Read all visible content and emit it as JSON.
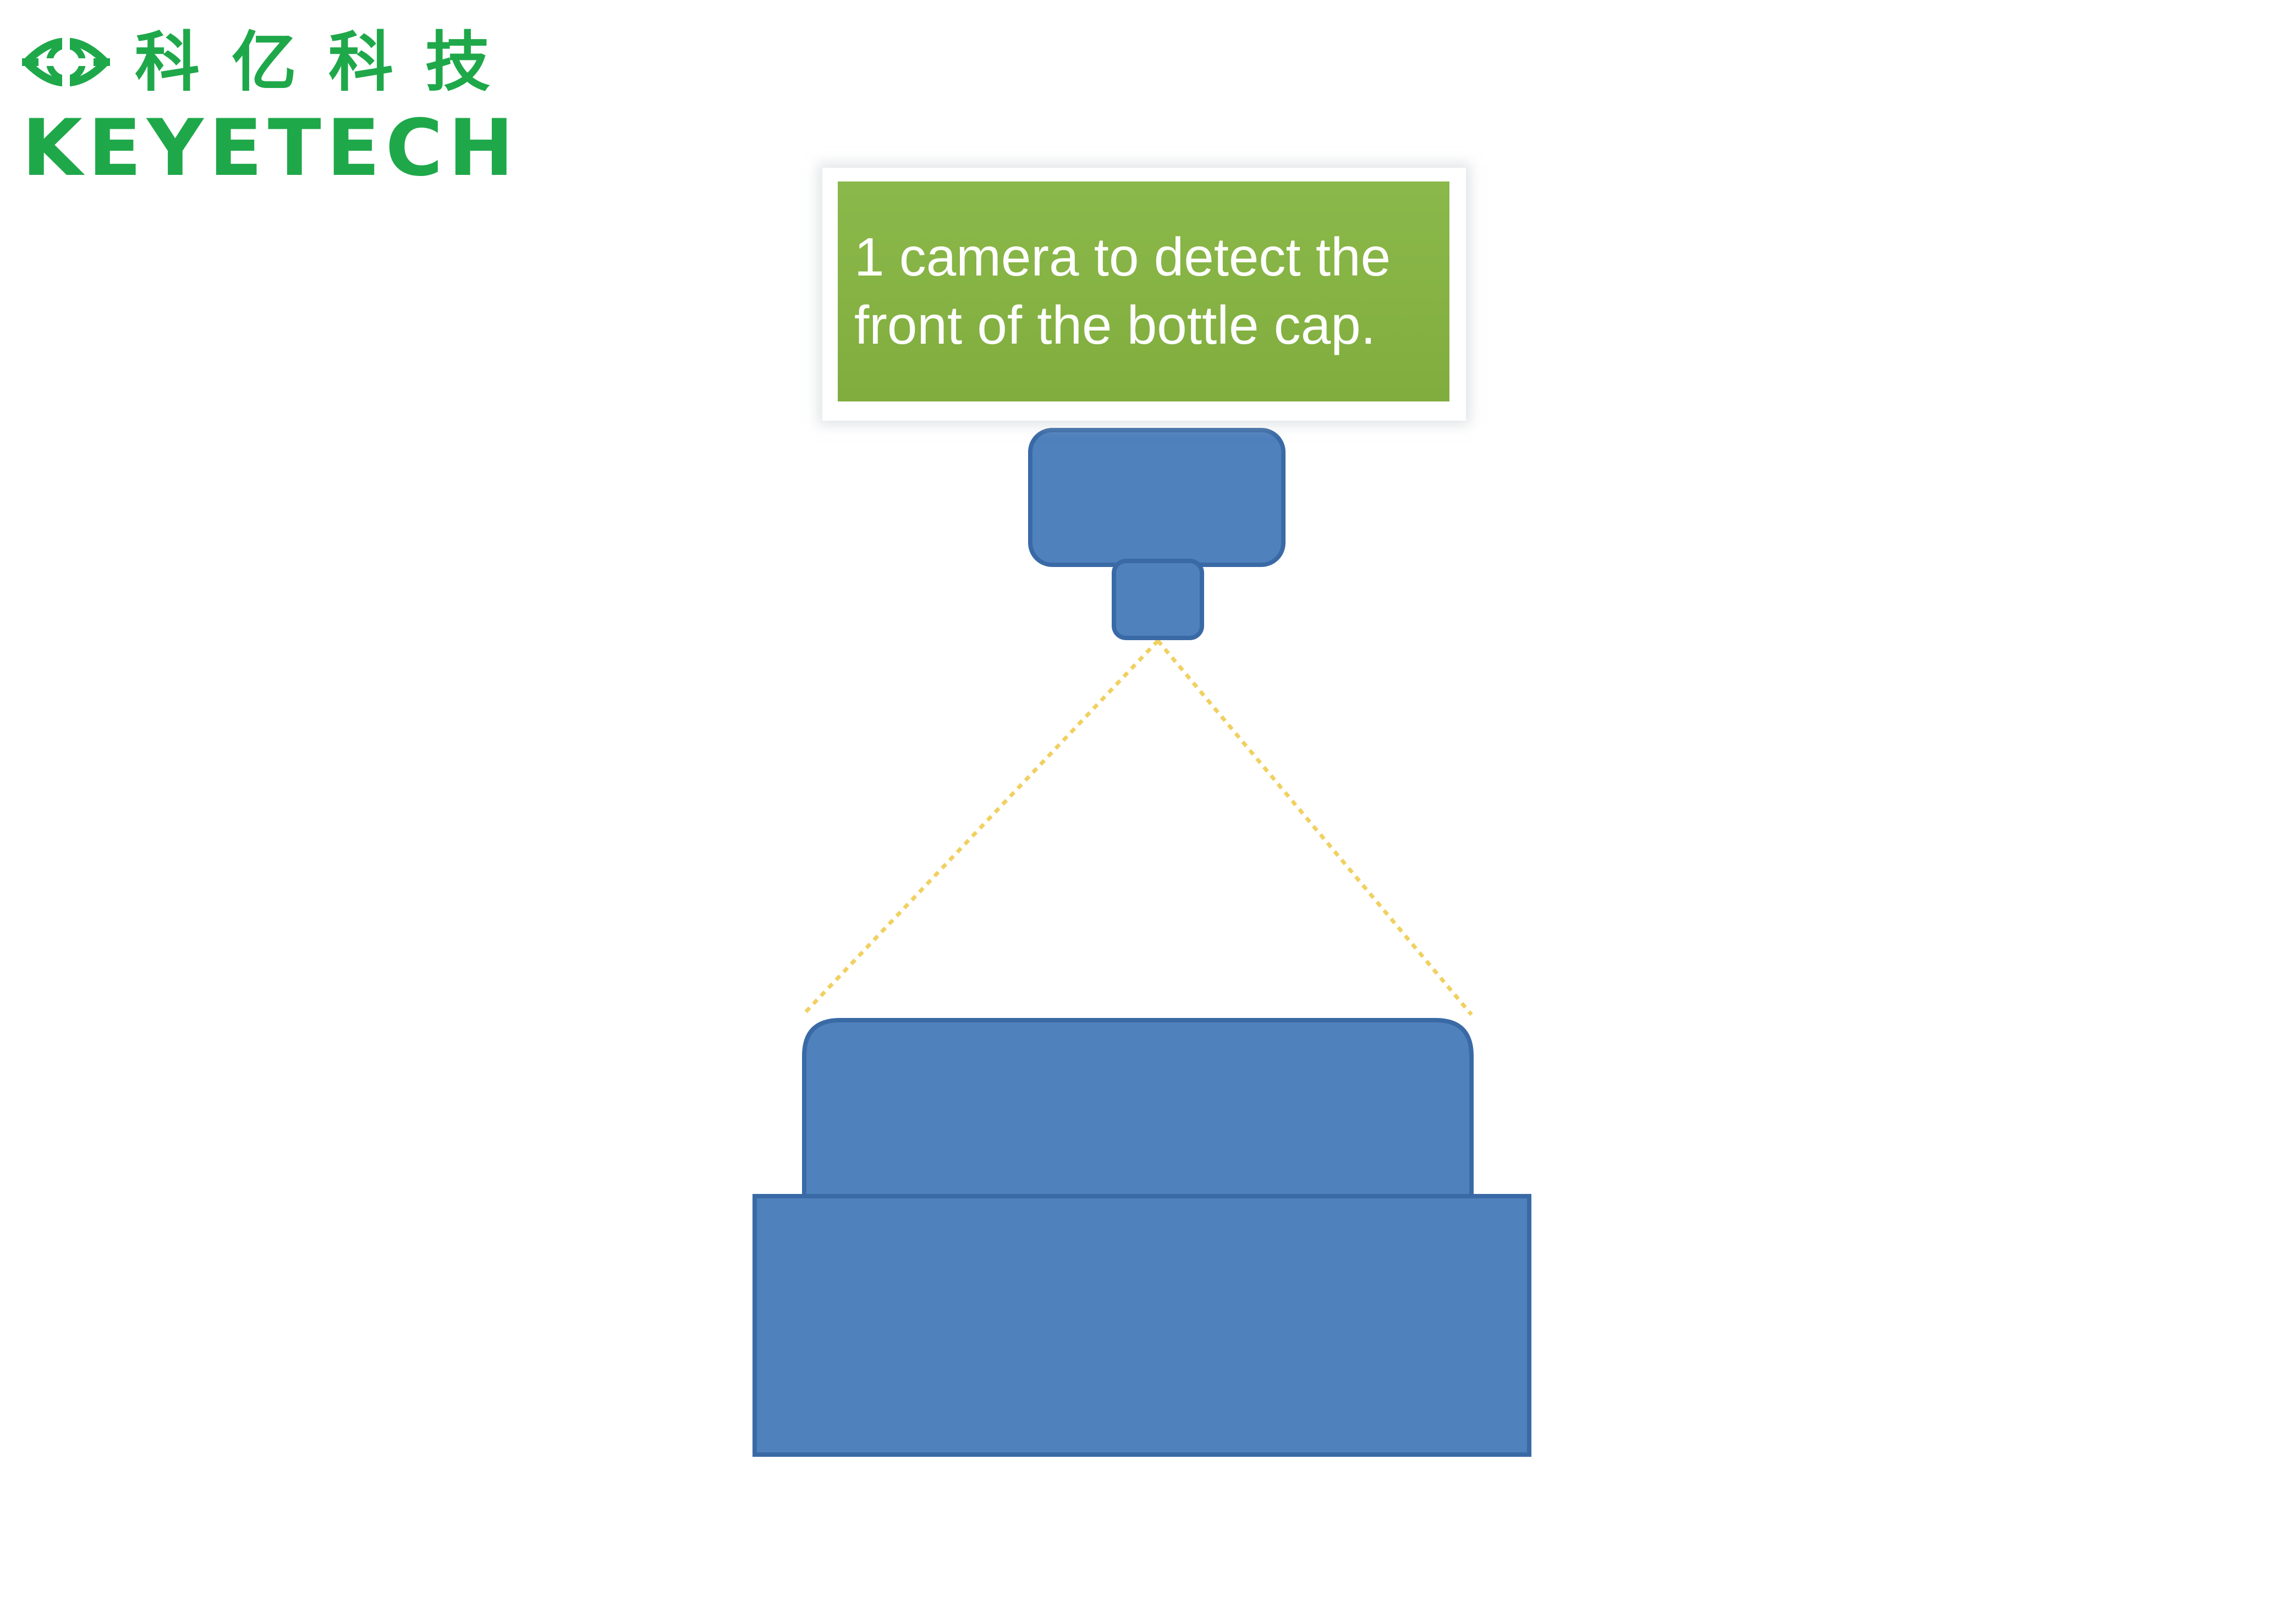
{
  "brand": {
    "name_cn": "科亿科技",
    "name_en": "KEYETECH",
    "logo_icon": "eye-logo-icon",
    "color": "#1fa84a"
  },
  "diagram": {
    "label": "1 camera to detect the\nfront of the bottle cap.",
    "label_color": "#86b344",
    "shape_color": "#4f81bd",
    "beam_color": "#f0d060"
  }
}
